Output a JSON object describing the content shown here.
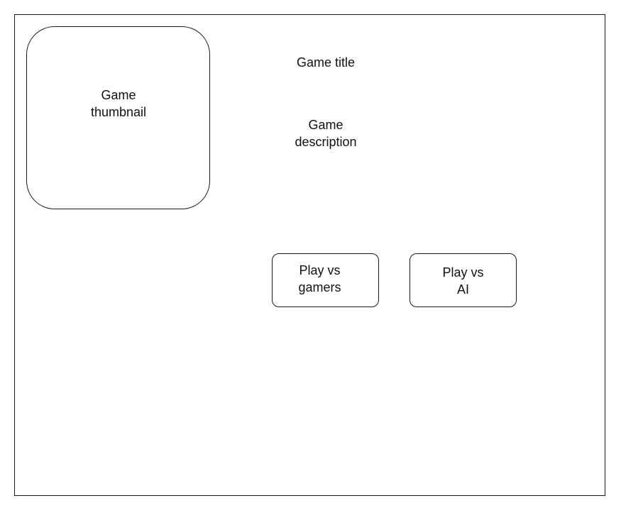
{
  "thumbnail": {
    "label": "Game\nthumbnail"
  },
  "game": {
    "title": "Game title",
    "description": "Game\ndescription"
  },
  "buttons": {
    "play_vs_gamers": "Play vs\ngamers",
    "play_vs_ai": "Play vs\nAI"
  }
}
